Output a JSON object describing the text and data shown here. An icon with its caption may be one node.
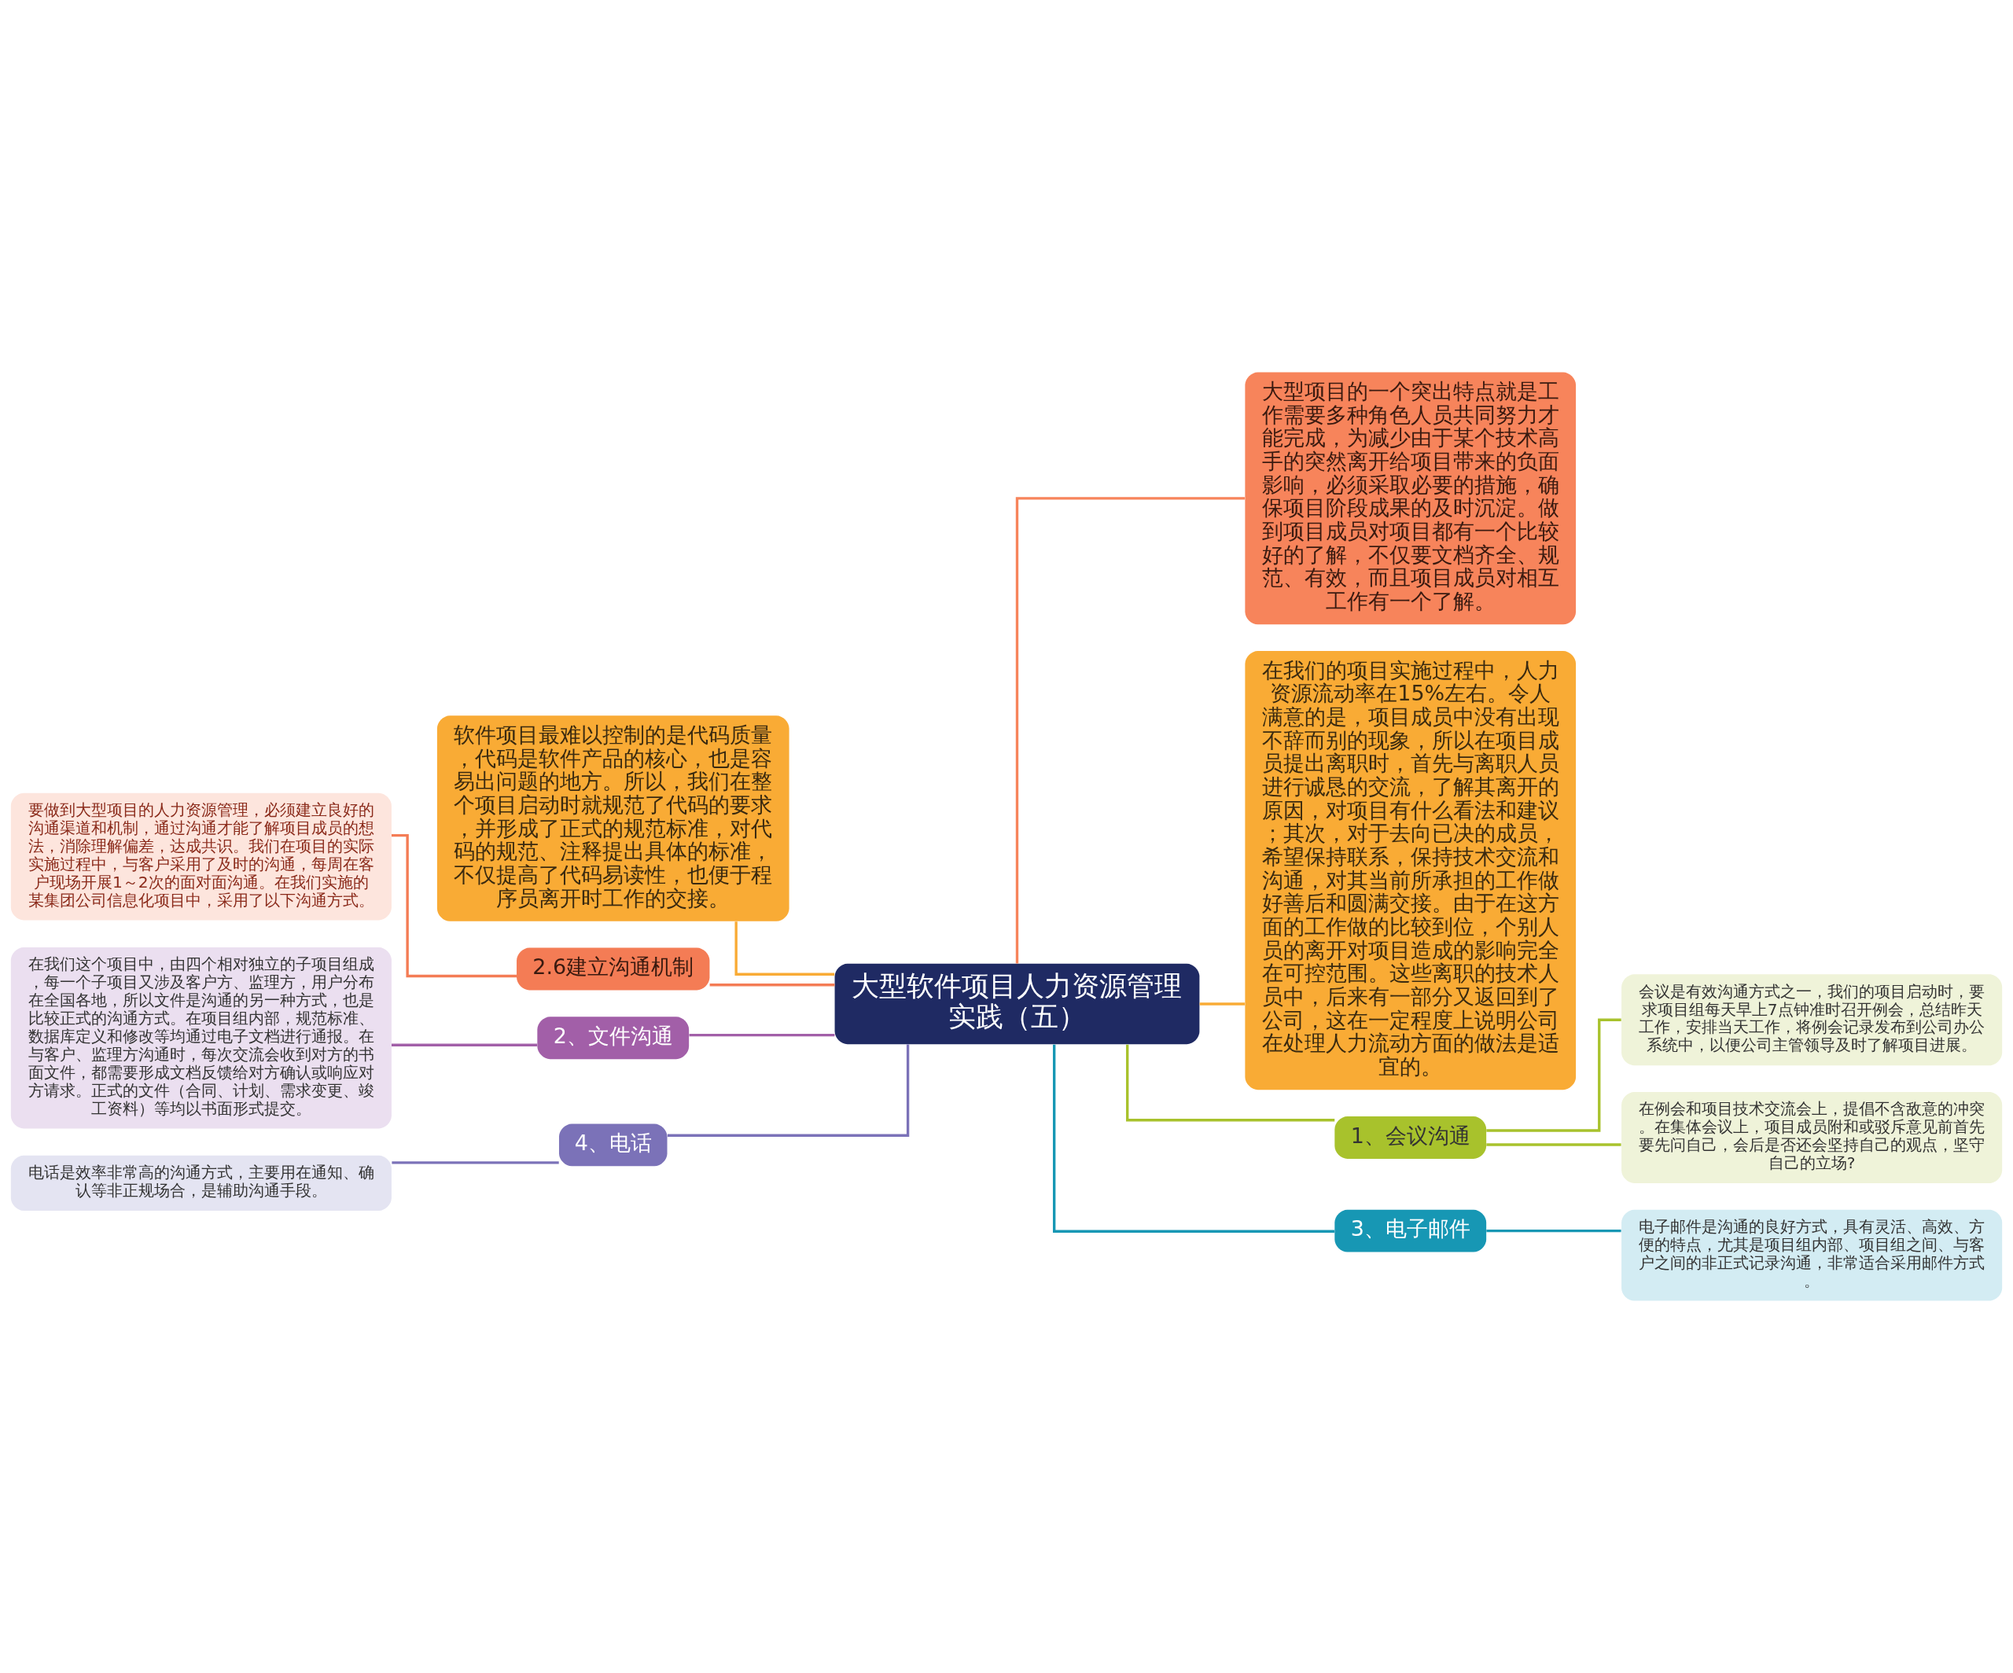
{
  "diagram": {
    "nodes": [
      {
        "text": [
          "大型软件项目人力资源管理实践（五）"
        ]
      },
      {
        "text": [
          "软件项目最难以控制的是代码质量，代码是软件产品的核心，也是容易出问题的地方。所以，我们在整个项目启动时就规范了代码的要求，并形成了正式的规范标准，对代码的规范、注释提出具体的标准，不仅提高了代码易读性，也便于程序员离开时工作的交接。"
        ]
      },
      {
        "text": [
          "2.6建立沟通机制"
        ]
      },
      {
        "text": [
          "要做到大型项目的人力资源管理，必须建立良好的沟通渠道和机制，通过沟通才能了解项目成员的想法，消除理解偏差，达成共识。我们在项目的实际实施过程中，与客户采用了及时的沟通，每周在客户现场开展1～2次的面对面沟通。在我们实施的某集团公司信息化项目中，采用了以下沟通方式。"
        ]
      },
      {
        "text": [
          "2、文件沟通"
        ]
      },
      {
        "text": [
          "在我们这个项目中，由四个相对独立的子项目组成，每一个子项目又涉及客户方、监理方，用户分布在全国各地，所以文件是沟通的另一种方式，也是比较正式的沟通方式。在项目组内部，规范标准、数据库定义和修改等均通过电子文档进行通报。在与客户、监理方沟通时，每次交流会收到对方的书面文件，都需要形成文档反馈给对方确认或响应对方请求。正式的文件（合同、计划、需求变更、竣工资料）等均以书面形式提交。"
        ]
      },
      {
        "text": [
          "4、电话"
        ]
      },
      {
        "text": [
          "电话是效率非常高的沟通方式，主要用在通知、确认等非正规场合，是辅助沟通手段。"
        ]
      },
      {
        "text": [
          "大型项目的一个突出特点就是工作需要多种角色人员共同努力才能完成，为减少由于某个技术高手的突然离开给项目带来的负面影响，必须采取必要的措施，确保项目阶段成果的及时沉淀。做到项目成员对项目都有一个比较好的了解，不仅要文档齐全、规范、有效，而且项目成员对相互工作有一个了解。"
        ]
      },
      {
        "text": [
          "在我们的项目实施过程中，人力资源流动率在15%左右。令人满意的是，项目成员中没有出现不辞而别的现象，所以在项目成员提出离职时，首先与离职人员进行诚恳的交流，了解其离开的原因，对项目有什么看法和建议；其次，对于去向已决的成员，希望保持联系，保持技术交流和沟通，对其当前所承担的工作做好善后和圆满交接。由于在这方面的工作做的比较到位，个别人员的离开对项目造成的影响完全在可控范围。这些离职的技术人员中，后来有一部分又返回到了公司，这在一定程度上说明公司在处理人力流动方面的做法是适宜的。"
        ]
      },
      {
        "text": [
          "1、会议沟通"
        ]
      },
      {
        "text": [
          "会议是有效沟通方式之一，我们的项目启动时，要求项目组每天早上7点钟准时召开例会，总结昨天工作，安排当天工作，将例会记录发布到公司办公系统中，以便公司主管领导及时了解项目进展。"
        ]
      },
      {
        "text": [
          "在例会和项目技术交流会上，提倡不含敌意的冲突。在集体会议上，项目成员附和或驳斥意见前首先要先问自己，会后是否还会坚持自己的观点，坚守自己的立场?"
        ]
      },
      {
        "text": [
          "3、电子邮件"
        ]
      },
      {
        "text": [
          "电子邮件是沟通的良好方式，具有灵活、高效、方便的特点，尤其是项目组内部、项目组之间、与客户之间的非正式记录沟通，非常适合采用邮件方式。"
        ]
      }
    ],
    "edges": [
      {
        "from": 0,
        "to": 1,
        "arrow": "none",
        "color": "#f9ab35"
      },
      {
        "from": 0,
        "to": 2,
        "arrow": "none",
        "color": "#f47c55"
      },
      {
        "from": 2,
        "to": 3,
        "arrow": "none",
        "color": "#f47c55"
      },
      {
        "from": 0,
        "to": 4,
        "arrow": "none",
        "color": "#a25fa8"
      },
      {
        "from": 4,
        "to": 5,
        "arrow": "none",
        "color": "#a25fa8"
      },
      {
        "from": 0,
        "to": 6,
        "arrow": "none",
        "color": "#7b72b8"
      },
      {
        "from": 6,
        "to": 7,
        "arrow": "none",
        "color": "#7b72b8"
      },
      {
        "from": 0,
        "to": 8,
        "arrow": "none",
        "color": "#f7845b"
      },
      {
        "from": 0,
        "to": 9,
        "arrow": "none",
        "color": "#f9ab35"
      },
      {
        "from": 0,
        "to": 10,
        "arrow": "none",
        "color": "#a8c22c"
      },
      {
        "from": 10,
        "to": 11,
        "arrow": "none",
        "color": "#a8c22c"
      },
      {
        "from": 10,
        "to": 12,
        "arrow": "none",
        "color": "#a8c22c"
      },
      {
        "from": 0,
        "to": 13,
        "arrow": "none",
        "color": "#1797b4"
      },
      {
        "from": 13,
        "to": 14,
        "arrow": "none",
        "color": "#1797b4"
      }
    ]
  }
}
